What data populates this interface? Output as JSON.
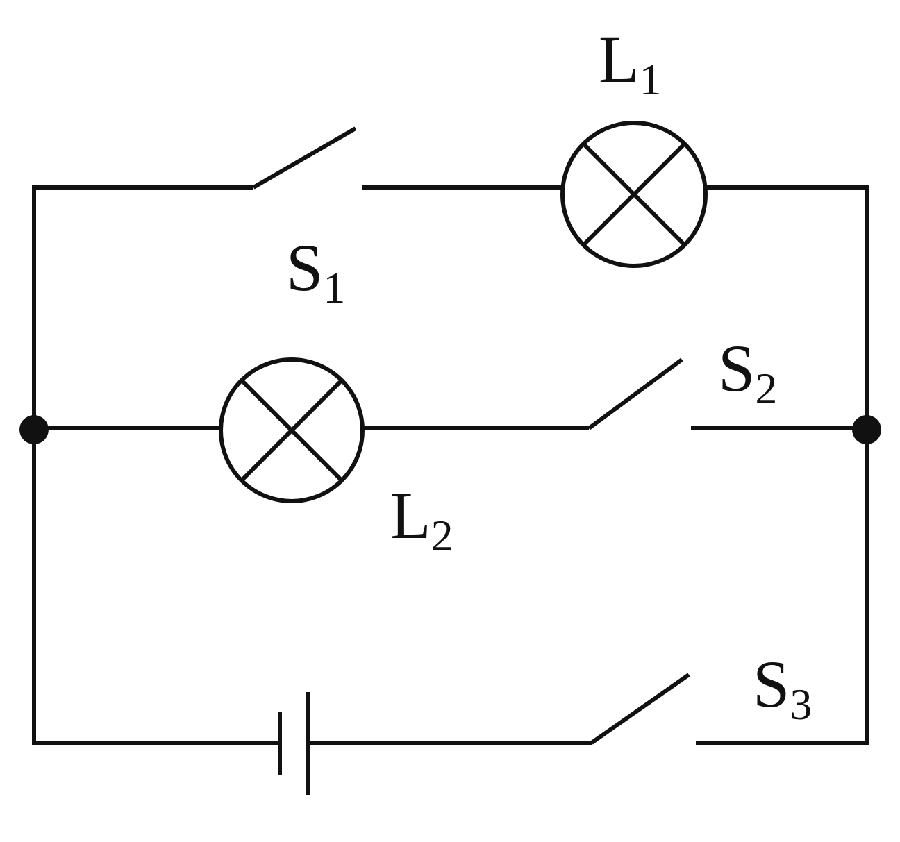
{
  "diagram": {
    "components": {
      "L1": {
        "letter": "L",
        "index": "1",
        "kind": "lamp"
      },
      "L2": {
        "letter": "L",
        "index": "2",
        "kind": "lamp"
      },
      "S1": {
        "letter": "S",
        "index": "1",
        "kind": "switch",
        "state": "open"
      },
      "S2": {
        "letter": "S",
        "index": "2",
        "kind": "switch",
        "state": "open"
      },
      "S3": {
        "letter": "S",
        "index": "3",
        "kind": "switch",
        "state": "open"
      },
      "battery": {
        "kind": "battery"
      }
    },
    "colors": {
      "stroke": "#111111",
      "background": "#ffffff"
    }
  }
}
